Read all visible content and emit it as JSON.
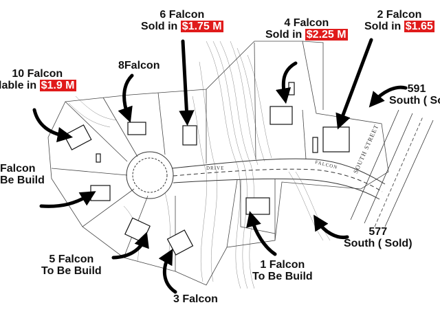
{
  "labels": {
    "lot_6": {
      "line1": "6 Falcon",
      "prefix": "Sold in ",
      "price": "$1.75 M"
    },
    "lot_4": {
      "line1": "4 Falcon",
      "prefix": "Sold in ",
      "price": "$2.25 M"
    },
    "lot_2": {
      "line1": "2 Falcon",
      "prefix": "Sold in ",
      "price": "$1.65"
    },
    "lot_10": {
      "line1": "10 Falcon",
      "prefix": "lable in ",
      "price": "$1.9 M"
    },
    "lot_8": {
      "line1": "8Falcon"
    },
    "lot_591": {
      "line1": "591",
      "line2": "South ( So"
    },
    "lot_7": {
      "line1": "Falcon",
      "line2": "Be Build"
    },
    "lot_577": {
      "line1": "577",
      "line2": "South ( Sold)"
    },
    "lot_5": {
      "line1": "5 Falcon",
      "line2": "To Be Build"
    },
    "lot_1": {
      "line1": "1 Falcon",
      "line2": "To Be Build"
    },
    "lot_3": {
      "line1": "3 Falcon"
    }
  },
  "streets": {
    "south_street": "SOUTH  STREET",
    "falcon_drive_a": "FALCON",
    "falcon_drive_b": "DRIVE"
  },
  "colors": {
    "price_bg": "#e01b1b",
    "ink": "#111111",
    "plan_line": "#555555"
  }
}
